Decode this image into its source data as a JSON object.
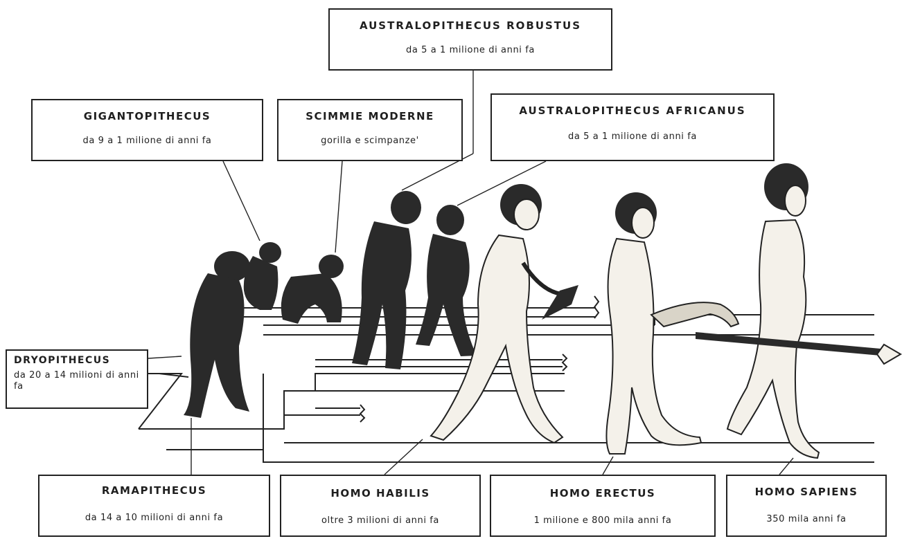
{
  "labels": {
    "australopithecus_robustus": {
      "name": "AUSTRALOPITHECUS ROBUSTUS",
      "date": "da 5 a 1 milione di anni fa"
    },
    "gigantopithecus": {
      "name": "GIGANTOPITHECUS",
      "date": "da 9 a 1 milione di anni fa"
    },
    "scimmie_moderne": {
      "name": "SCIMMIE MODERNE",
      "date": "gorilla e scimpanze'"
    },
    "australopithecus_africanus": {
      "name": "AUSTRALOPITHECUS AFRICANUS",
      "date": "da 5 a 1 milione di anni fa"
    },
    "dryopithecus": {
      "name": "DRYOPITHECUS",
      "date": "da 20 a 14 milioni di anni fa"
    },
    "ramapithecus": {
      "name": "RAMAPITHECUS",
      "date": "da 14 a 10 milioni di anni fa"
    },
    "homo_habilis": {
      "name": "HOMO HABILIS",
      "date": "oltre 3 milioni di anni fa"
    },
    "homo_erectus": {
      "name": "HOMO ERECTUS",
      "date": "1 milione e 800 mila anni fa"
    },
    "homo_sapiens": {
      "name": "HOMO SAPIENS",
      "date": "350 mila anni fa"
    }
  },
  "colors": {
    "ink": "#1f1f1f",
    "fur": "#2a2a2a",
    "skin": "#f4f1ea",
    "paper": "#ffffff"
  }
}
